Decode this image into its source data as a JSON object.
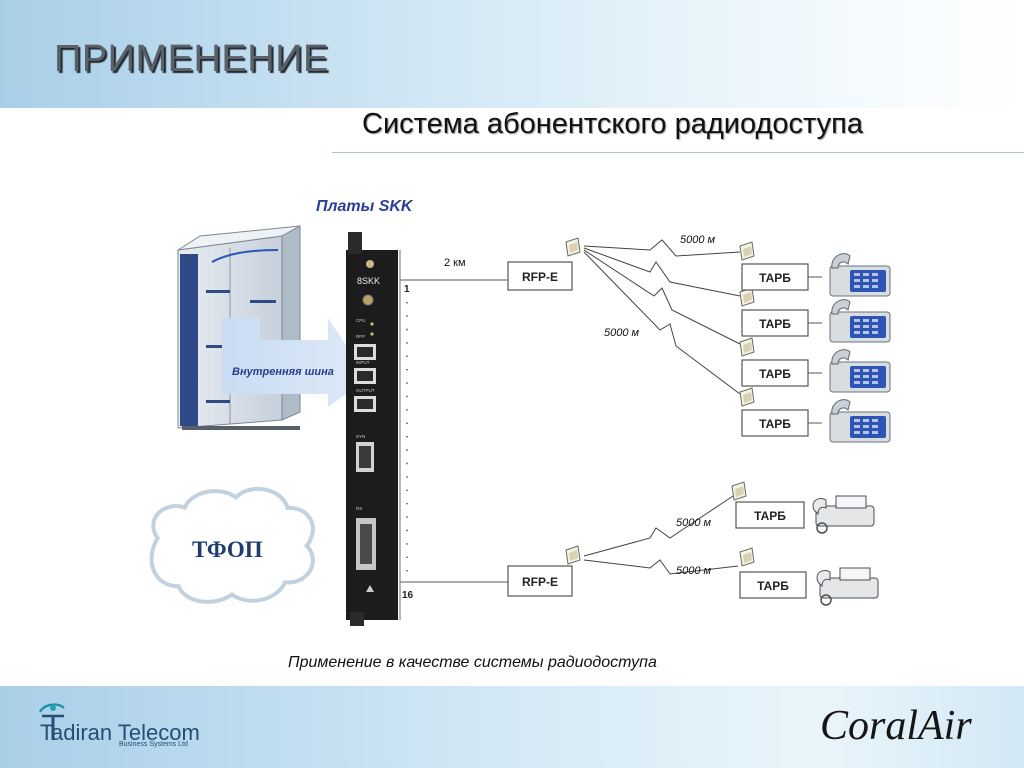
{
  "title": "ПРИМЕНЕНИЕ",
  "subtitle": "Система абонентского радиодоступа",
  "boards_label": "Платы SKK",
  "caption": "Применение в качестве системы радиодоступа",
  "cloud_label": "ТФОП",
  "bus_label": "Внутренняя шина",
  "card": {
    "name": "8SKK",
    "port_first": "1",
    "port_last": "16",
    "tags": [
      "CPU",
      "RFP",
      "INPUT",
      "OUTPUT",
      "SYN",
      "RS"
    ]
  },
  "links": {
    "cable_length": "2 км",
    "radio_distance": "5000 м"
  },
  "base_stations": [
    "RFP-E",
    "RFP-E"
  ],
  "terminals": [
    "ТАРБ",
    "ТАРБ",
    "ТАРБ",
    "ТАРБ",
    "ТАРБ",
    "ТАРБ"
  ],
  "footer": {
    "company": "Tadiran Telecom",
    "company_sub": "Business Systems Ltd",
    "brand": "CoralAir"
  },
  "colors": {
    "header_band": "#cfe6f5",
    "title": "#5b6169",
    "accent_blue": "#2b3f99",
    "line": "#6d6d6d"
  }
}
